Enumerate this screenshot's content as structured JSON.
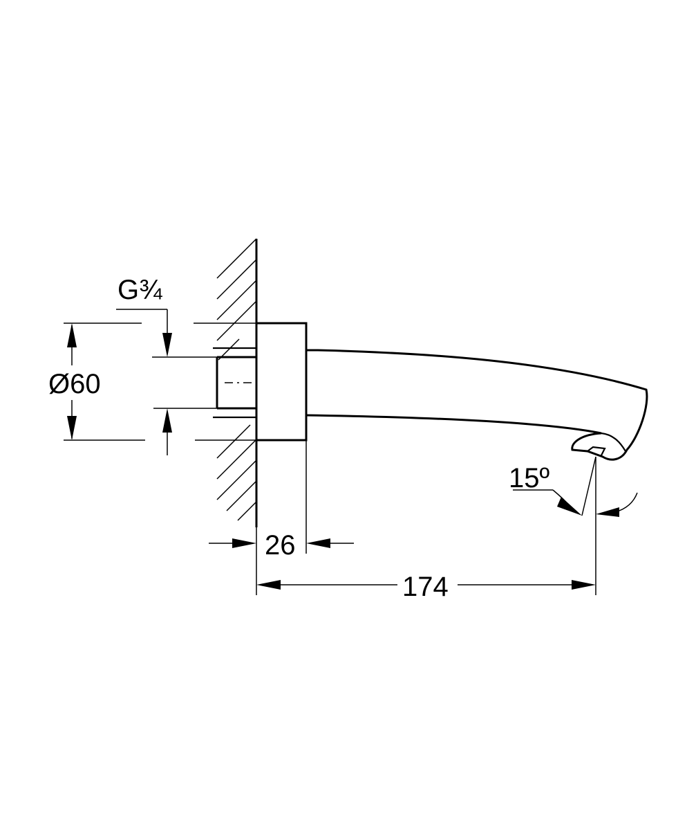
{
  "drawing": {
    "labels": {
      "thread": "G¾",
      "diameter": "Ø60",
      "projection": "26",
      "length": "174",
      "angle": "15º"
    }
  }
}
